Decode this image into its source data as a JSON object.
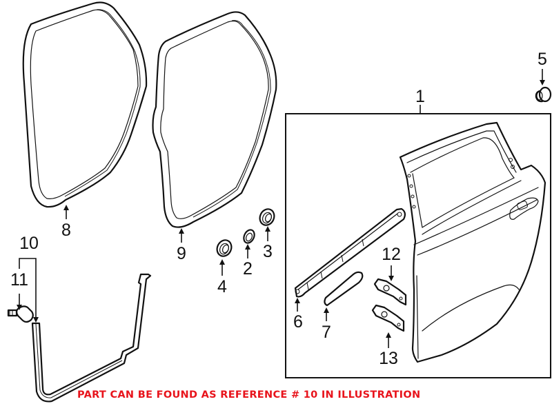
{
  "diagram": {
    "title": "Rear door assembly parts illustration",
    "callouts": [
      {
        "id": "1",
        "label": "1",
        "part": "door-shell"
      },
      {
        "id": "2",
        "label": "2",
        "part": "plug-small"
      },
      {
        "id": "3",
        "label": "3",
        "part": "plug-medium"
      },
      {
        "id": "4",
        "label": "4",
        "part": "plug-large"
      },
      {
        "id": "5",
        "label": "5",
        "part": "bumper-stop"
      },
      {
        "id": "6",
        "label": "6",
        "part": "impact-bar"
      },
      {
        "id": "7",
        "label": "7",
        "part": "reinforcement-pad"
      },
      {
        "id": "8",
        "label": "8",
        "part": "body-side-weatherstrip"
      },
      {
        "id": "9",
        "label": "9",
        "part": "door-side-weatherstrip"
      },
      {
        "id": "10",
        "label": "10",
        "part": "lower-seal-strip"
      },
      {
        "id": "11",
        "label": "11",
        "part": "retainer-clip"
      },
      {
        "id": "12",
        "label": "12",
        "part": "upper-hinge"
      },
      {
        "id": "13",
        "label": "13",
        "part": "lower-hinge"
      }
    ]
  },
  "notice": {
    "text": "PART CAN BE FOUND AS REFERENCE # 10 IN ILLUSTRATION",
    "color": "#e8141c"
  }
}
